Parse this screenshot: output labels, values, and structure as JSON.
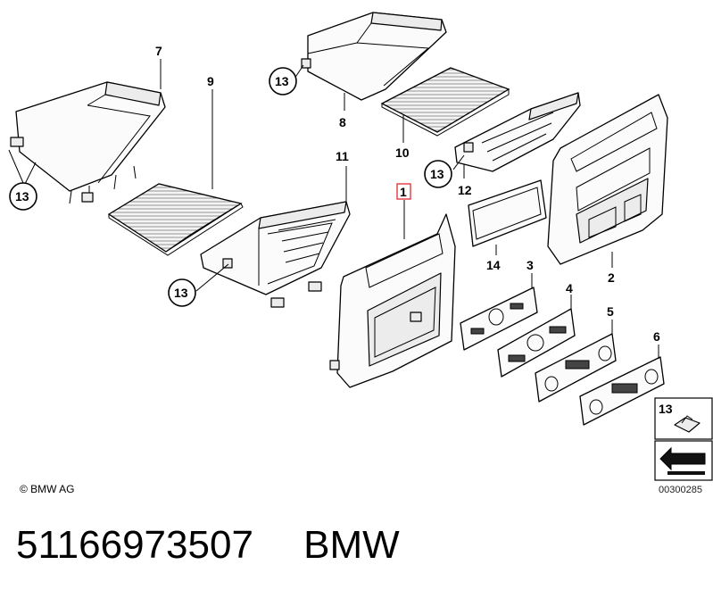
{
  "callouts": {
    "c1": "1",
    "c2": "2",
    "c3": "3",
    "c4": "4",
    "c5": "5",
    "c6": "6",
    "c7": "7",
    "c8": "8",
    "c9": "9",
    "c10": "10",
    "c11": "11",
    "c12": "12",
    "c13": "13",
    "c14": "14"
  },
  "legend_label": "13",
  "copyright": "© BMW AG",
  "diagram_id": "00300285",
  "caption": {
    "part_number": "51166973507",
    "brand": "BMW"
  },
  "colors": {
    "highlight": "#e0393e",
    "line": "#000000"
  }
}
